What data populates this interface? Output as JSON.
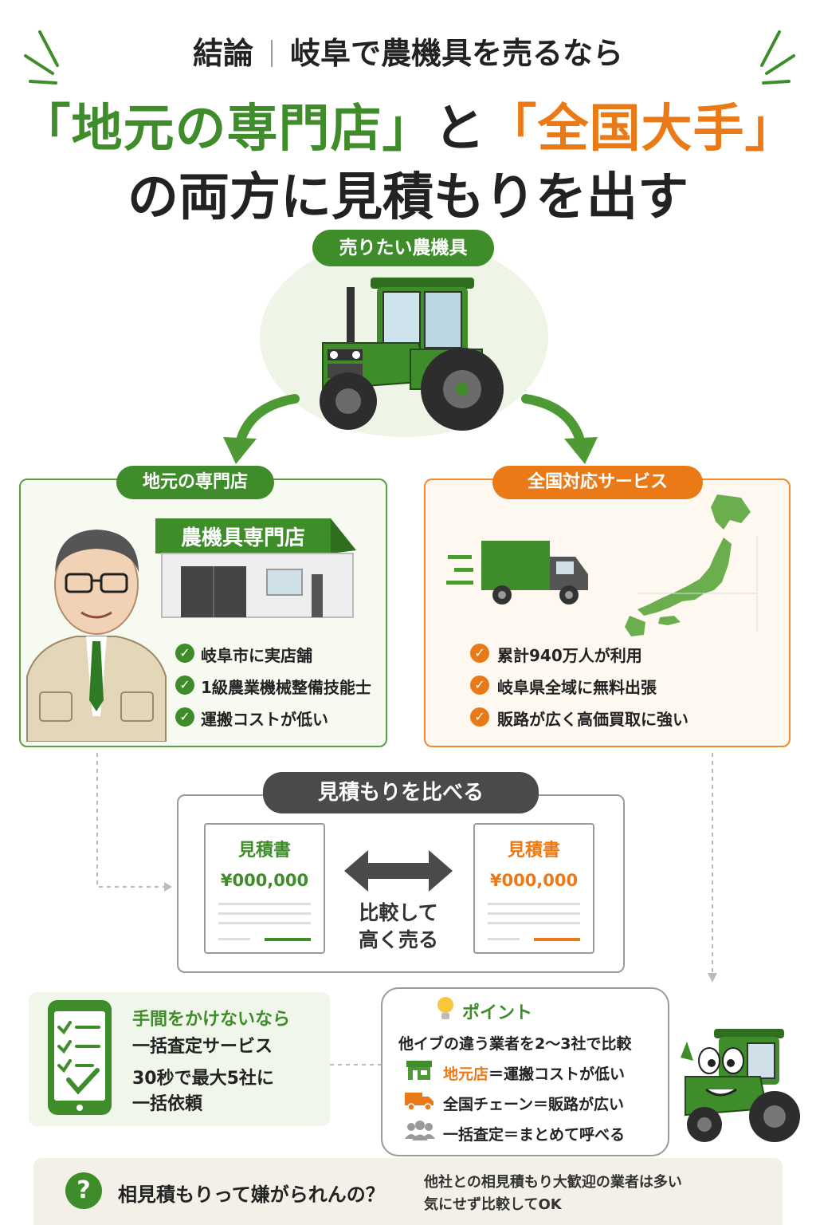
{
  "header": {
    "sub_left": "結論",
    "sub_right": "岐阜で農機具を売るなら",
    "main_quote_local": "「地元の専門店」",
    "main_connector": "と",
    "main_quote_national": "「全国大手」",
    "main_line2": "の両方に見積もりを出す"
  },
  "center": {
    "label": "売りたい農機具"
  },
  "local": {
    "label": "地元の専門店",
    "shop_sign": "農機具専門店",
    "features": [
      "岐阜市に実店舗",
      "1級農業機械整備技能士",
      "運搬コストが低い"
    ]
  },
  "national": {
    "label": "全国対応サービス",
    "features": [
      "累計940万人が利用",
      "岐阜県全域に無料出張",
      "販路が広く高価買取に強い"
    ]
  },
  "compare": {
    "label": "見積もりを比べる",
    "doc_title": "見積書",
    "doc_amount": "¥000,000",
    "middle_line1": "比較して",
    "middle_line2": "高く売る"
  },
  "bulk": {
    "line1": "手間をかけないなら",
    "line2": "一括査定サービス",
    "line3": "30秒で最大5社に",
    "line4": "一括依頼"
  },
  "point": {
    "title": "ポイント",
    "lead": "他イブの違う業者を2〜3社で比較",
    "rows": [
      {
        "strong": "地元店",
        "rest": "＝運搬コストが低い"
      },
      {
        "strong": "",
        "rest": "全国チェーン＝販路が広い"
      },
      {
        "strong": "",
        "rest": "一括査定＝まとめて呼べる"
      }
    ]
  },
  "faq": {
    "icon": "?",
    "question": "相見積もりって嫌がられんの？",
    "answer_line1": "他社との相見積もり大歓迎の業者は多い",
    "answer_line2": "気にせず比較してOK"
  },
  "colors": {
    "green": "#3f8c2a",
    "green_light": "#5aa043",
    "orange": "#ea7a17",
    "dark": "#4a4a4a"
  }
}
